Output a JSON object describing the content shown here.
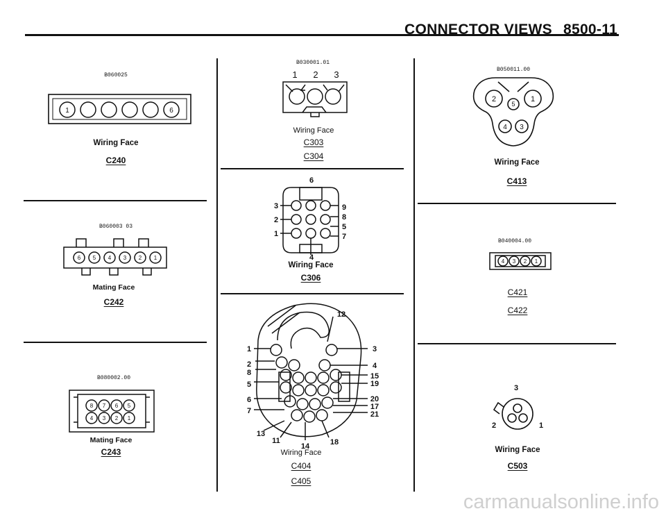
{
  "header": {
    "title": "CONNECTOR VIEWS",
    "page_number": "8500-11"
  },
  "connectors": {
    "c240": {
      "part_code": "B060025",
      "face": "Wiring Face",
      "ids": [
        "C240"
      ],
      "pins": [
        "1",
        "6"
      ]
    },
    "c242": {
      "part_code": "B060003 03",
      "face": "Mating Face",
      "ids": [
        "C242"
      ],
      "pins": [
        "6",
        "5",
        "4",
        "3",
        "2",
        "1"
      ]
    },
    "c243": {
      "part_code": "B080002.00",
      "face": "Mating Face",
      "ids": [
        "C243"
      ],
      "pins": [
        "8",
        "7",
        "6",
        "5",
        "4",
        "3",
        "2",
        "1"
      ]
    },
    "c303": {
      "part_code": "B030001.01",
      "face": "Wiring Face",
      "ids": [
        "C303",
        "C304"
      ],
      "pins": [
        "1",
        "2",
        "3"
      ]
    },
    "c306": {
      "part_code": "",
      "face": "Wiring Face",
      "ids": [
        "C306"
      ],
      "pins": [
        "6",
        "3",
        "2",
        "1",
        "9",
        "8",
        "5",
        "7",
        "4"
      ]
    },
    "c404": {
      "part_code": "",
      "face": "Wiring Face",
      "ids": [
        "C404",
        "C405"
      ],
      "pins": [
        "12",
        "1",
        "2",
        "8",
        "5",
        "6",
        "7",
        "13",
        "11",
        "14",
        "18",
        "3",
        "4",
        "15",
        "19",
        "20",
        "17",
        "21"
      ]
    },
    "c413": {
      "part_code": "B050011.00",
      "face": "Wiring Face",
      "ids": [
        "C413"
      ],
      "pins": [
        "2",
        "5",
        "1",
        "4",
        "3"
      ]
    },
    "c421": {
      "part_code": "B040004.00",
      "face": "",
      "ids": [
        "C421",
        "C422"
      ],
      "pins": [
        "4",
        "3",
        "2",
        "1"
      ]
    },
    "c503": {
      "part_code": "",
      "face": "Wiring Face",
      "ids": [
        "C503"
      ],
      "pins": [
        "3",
        "2",
        "1"
      ]
    }
  },
  "watermark": "carmanualsonline.info"
}
